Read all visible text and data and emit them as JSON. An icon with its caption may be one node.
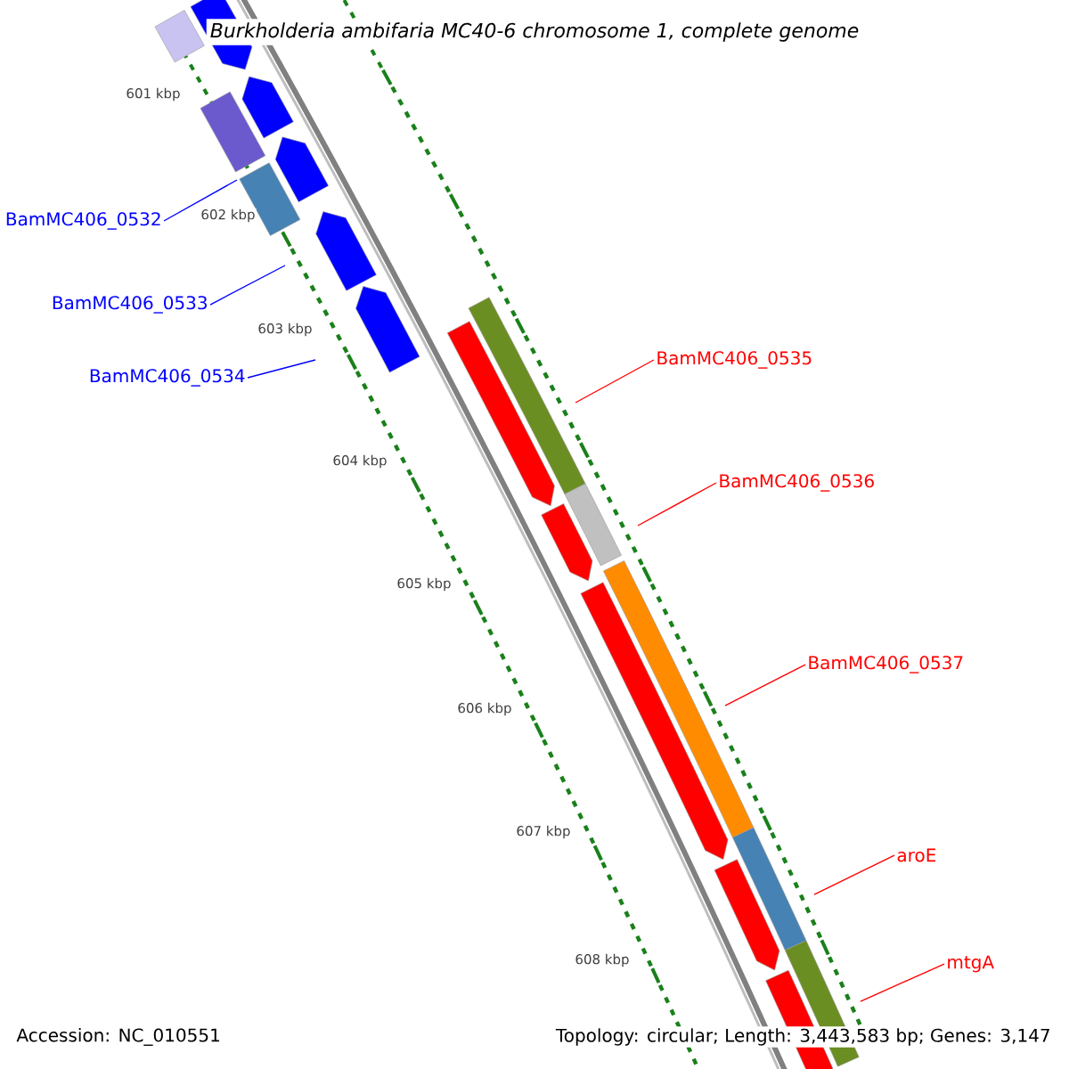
{
  "diagram": {
    "title": "Burkholderia ambifaria MC40-6 chromosome 1, complete genome",
    "nodes": [
      {
        "text": [
          "BamMC406_0532"
        ]
      },
      {
        "text": [
          "BamMC406_0533"
        ]
      },
      {
        "text": [
          "BamMC406_0534"
        ]
      },
      {
        "text": [
          "BamMC406_0535"
        ]
      },
      {
        "text": [
          "BamMC406_0536"
        ]
      },
      {
        "text": [
          "BamMC406_0537"
        ]
      },
      {
        "text": [
          "aroE"
        ]
      },
      {
        "text": [
          "mtgA"
        ]
      }
    ],
    "edges": [
      {
        "from": 0,
        "to": null,
        "arrow": "none",
        "color": "#0000ff"
      },
      {
        "from": 1,
        "to": null,
        "arrow": "none",
        "color": "#0000ff"
      },
      {
        "from": 2,
        "to": null,
        "arrow": "none",
        "color": "#0000ff"
      },
      {
        "from": 3,
        "to": null,
        "arrow": "none",
        "color": "#ff0000"
      },
      {
        "from": 4,
        "to": null,
        "arrow": "none",
        "color": "#ff0000"
      },
      {
        "from": 5,
        "to": null,
        "arrow": "none",
        "color": "#ff0000"
      },
      {
        "from": 6,
        "to": null,
        "arrow": "none",
        "color": "#ff0000"
      },
      {
        "from": 7,
        "to": null,
        "arrow": "none",
        "color": "#ff0000"
      }
    ],
    "labels": [
      "601 kbp",
      "602 kbp",
      "603 kbp",
      "604 kbp",
      "605 kbp",
      "606 kbp",
      "607 kbp",
      "608 kbp",
      "Accession: NC_010551",
      "Topology: circular; Length: 3,443,583 bp; Genes: 3,147"
    ]
  }
}
